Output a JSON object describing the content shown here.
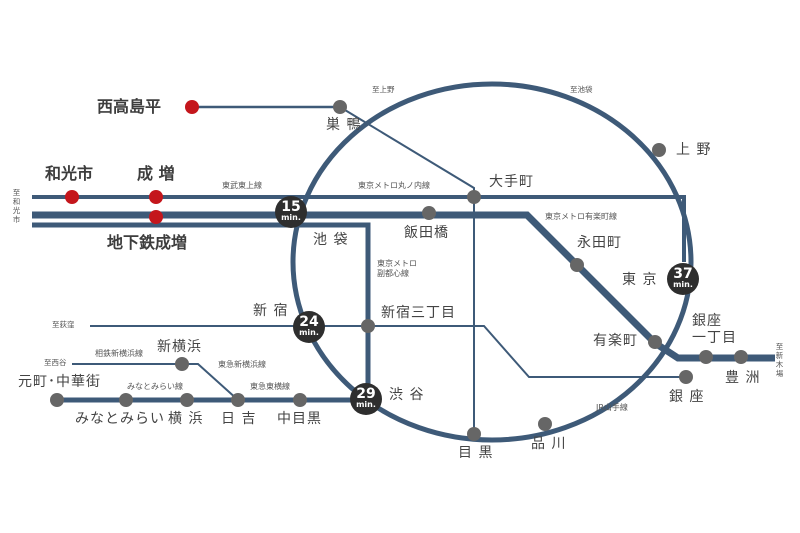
{
  "colors": {
    "line": "#3e5a78",
    "station_gray": "#666666",
    "origin_red": "#c4161c",
    "hub": "#2e2e2e",
    "text": "#444444"
  },
  "origins": {
    "nishitakashimadaira": "西高島平",
    "wakoshi": "和光市",
    "narimasu": "成 増",
    "chikatetsu_narimasu": "地下鉄成増"
  },
  "stations": {
    "sugamo": "巣 鴨",
    "ueno": "上 野",
    "otemachi": "大手町",
    "iidabashi": "飯田橋",
    "ikebukuro": "池 袋",
    "nagatacho": "永田町",
    "tokyo": "東 京",
    "shinjuku": "新 宿",
    "shinjuku_sanchome": "新宿三丁目",
    "yurakucho": "有楽町",
    "ginza_itchome": "銀座\n一丁目",
    "toyosu": "豊 洲",
    "ginza": "銀 座",
    "shibuya": "渋 谷",
    "meguro": "目 黒",
    "shinagawa": "品 川",
    "shin_yokohama": "新横浜",
    "motomachi": "元町･中華街",
    "minatomirai": "みなとみらい",
    "yokohama": "横 浜",
    "hiyoshi": "日 吉",
    "nakameguro": "中目黒"
  },
  "hubs": {
    "ikebukuro": {
      "value": "15",
      "unit": "min."
    },
    "tokyo": {
      "value": "37",
      "unit": "min."
    },
    "shinjuku": {
      "value": "24",
      "unit": "min."
    },
    "shibuya": {
      "value": "29",
      "unit": "min."
    }
  },
  "line_labels": {
    "tobu_tojo": "東武東上線",
    "marunouchi": "東京メトロ丸ノ内線",
    "yurakucho_line": "東京メトロ有楽町線",
    "fukutoshin": "東京メトロ\n副都心線",
    "yamanote": "JR山手線",
    "sotetsu": "相鉄新横浜線",
    "tokyu_shinyokohama": "東急新横浜線",
    "minatomirai_line": "みなとみらい線",
    "toyoko": "東急東横線"
  },
  "destinations": {
    "ueno_dir": "至上野",
    "ikebukuro_dir": "至池袋",
    "wakoshi_dir": "至和光市",
    "shinkiba_dir": "至新木場",
    "ogikubo_dir": "至荻窪",
    "nishiya_dir": "至西谷"
  }
}
